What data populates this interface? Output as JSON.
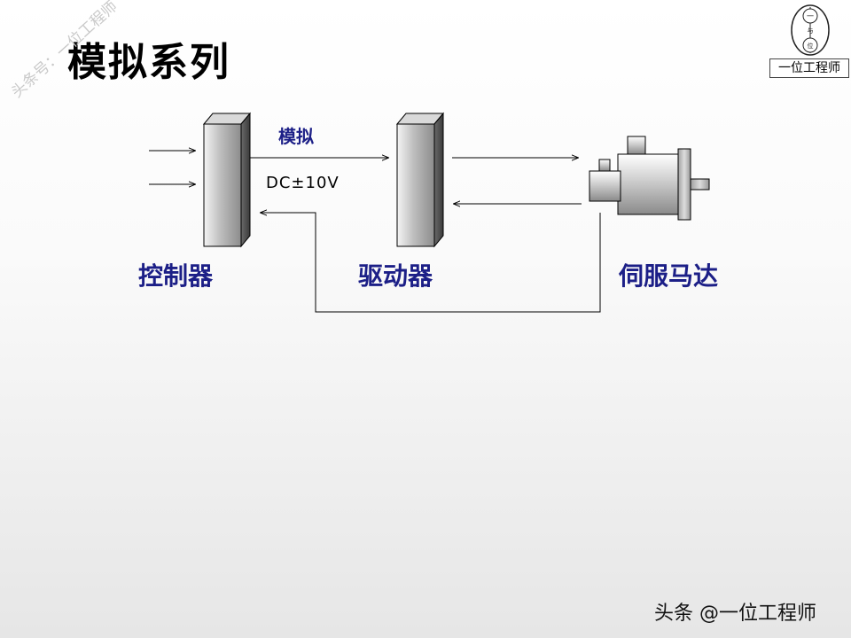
{
  "title": "模拟系列",
  "watermark_diagonal": "头条号：一位工程师",
  "logo": {
    "label": "一位工程师",
    "seal_chars": [
      "一",
      "与",
      "位"
    ]
  },
  "blocks": {
    "controller": "控制器",
    "driver": "驱动器",
    "servo_motor": "伺服马达"
  },
  "signal": {
    "type_label": "模拟",
    "voltage_label": "DC±10V"
  },
  "footer": "头条 @一位工程师",
  "colors": {
    "label_blue": "#1c1f87",
    "block_gray": "#a8a8a8"
  }
}
